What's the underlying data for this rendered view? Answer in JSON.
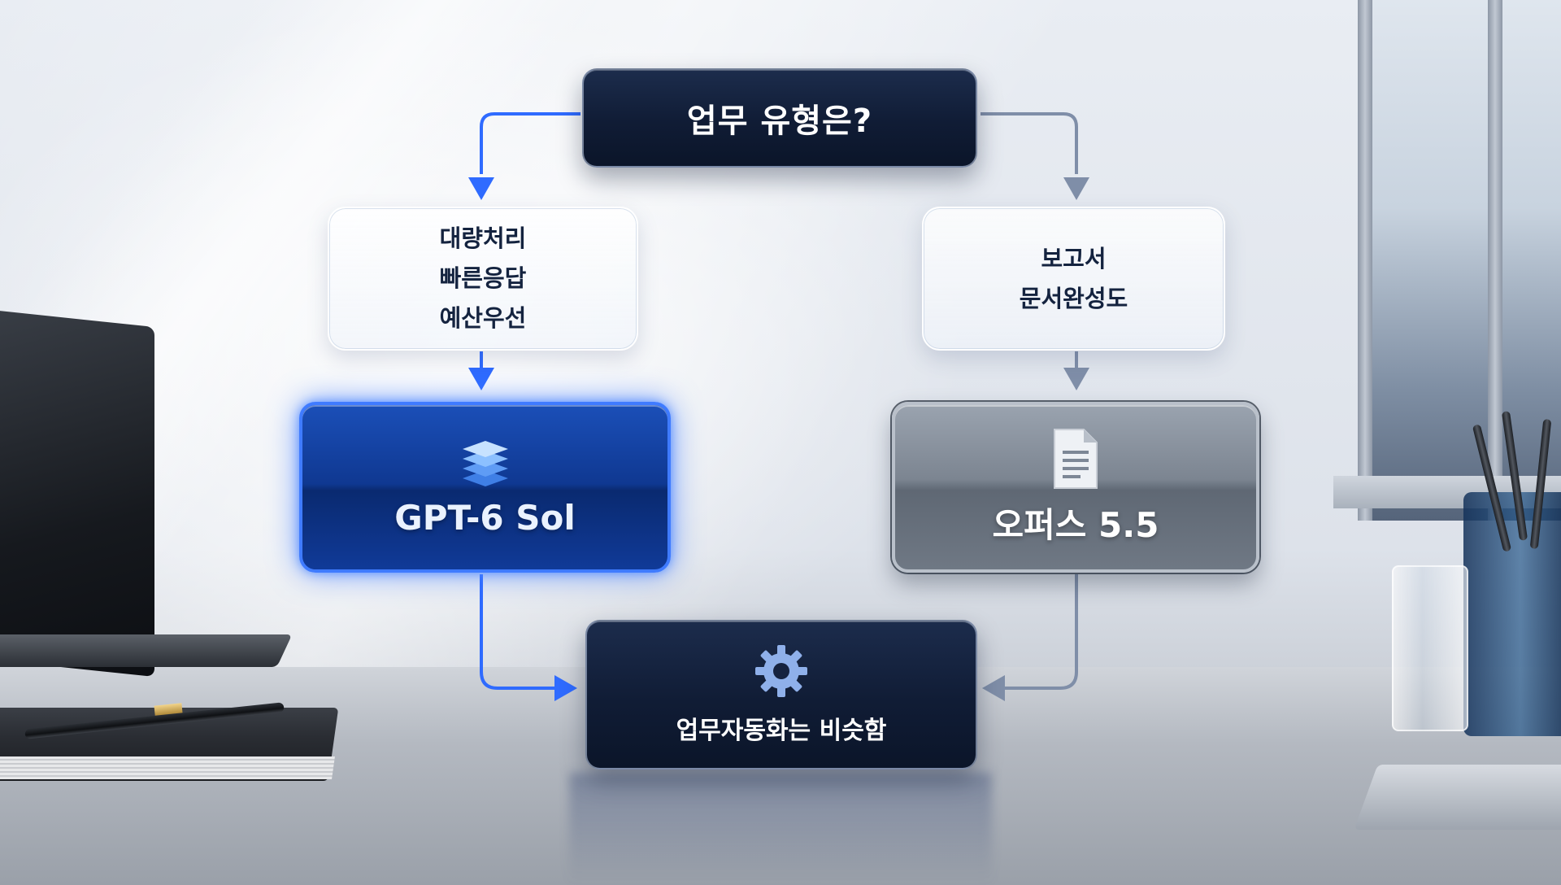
{
  "diagram": {
    "question": {
      "label": "업무 유형은?",
      "icon": "none"
    },
    "left_criteria": {
      "lines": [
        "대량처리",
        "빠른응답",
        "예산우선"
      ]
    },
    "right_criteria": {
      "lines": [
        "보고서",
        "문서완성도"
      ]
    },
    "left_model": {
      "label": "GPT-6 Sol",
      "icon": "stacked-layers-icon"
    },
    "right_model": {
      "label": "오퍼스 5.5",
      "icon": "document-icon"
    },
    "result": {
      "label": "업무자동화는 비슷함",
      "icon": "gear-icon"
    }
  },
  "colors": {
    "left_accent": "#2f6bff",
    "right_accent": "#7f8ea8",
    "dark_node": "#101c35"
  }
}
